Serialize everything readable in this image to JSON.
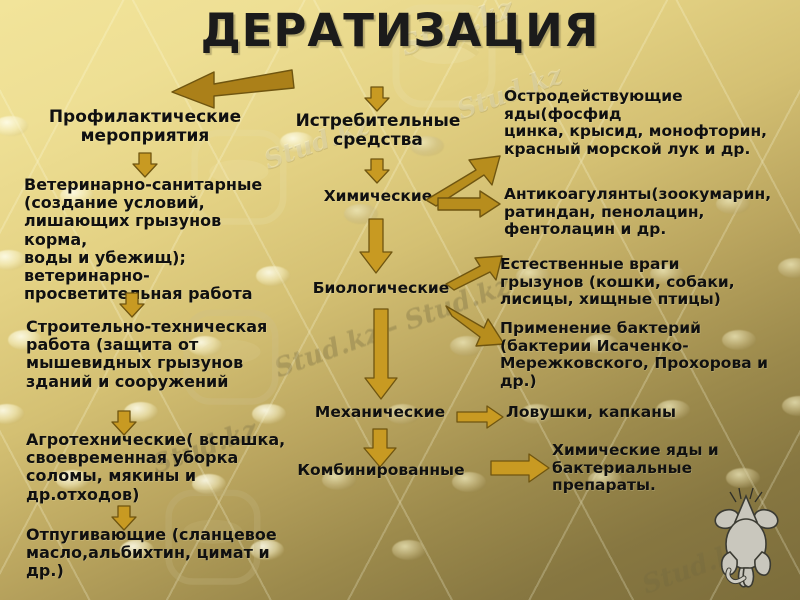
{
  "slide": {
    "title": "ДЕРАТИЗАЦИЯ",
    "background_color": "#d4c073",
    "arrow_color": "#b38a21",
    "text_color": "#101010"
  },
  "watermarks": {
    "items": [
      "Stud.kz",
      "Stud.kz",
      "Stud.kz",
      "Stud.kz - Stud.kz",
      "Stud.kz",
      "Stud.kz"
    ]
  },
  "columns": {
    "preventive": {
      "heading": "Профилактические\nмероприятия",
      "items": [
        "Ветеринарно-санитарные\n(создание условий,\nлишающих грызунов корма,\nводы и убежищ);\nветеринарно-\nпросветительная работа",
        "Строительно-техническая\nработа (защита от\nмышевидных грызунов\nзданий и сооружений",
        "Агротехнические( вспашка,\nсвоевременная уборка\nсоломы, мякины и\nдр.отходов)",
        "Отпугивающие (сланцевое\nмасло,альбихтин, цимат и\nдр.)"
      ]
    },
    "exterminative": {
      "heading": "Истребительные\nсредства",
      "items": [
        "Химические",
        "Биологические",
        "Механические",
        "Комбинированные"
      ]
    },
    "details": {
      "items": [
        "Остродействующие\nяды(фосфид\nцинка, крысид, монофторин,\nкрасный морской лук и др.",
        "Антикоагулянты(зоокумарин,\nратиндан, пенолацин,\nфентолацин и др.",
        "Естественные враги\nгрызунов (кошки, собаки,\nлисицы, хищные птицы)",
        "Применение бактерий\n(бактерии Исаченко-\nМережковского, Прохорова и\nдр.)",
        "Ловушки, капканы",
        "Химические яды и\nбактериальные\nпрепараты."
      ]
    }
  }
}
